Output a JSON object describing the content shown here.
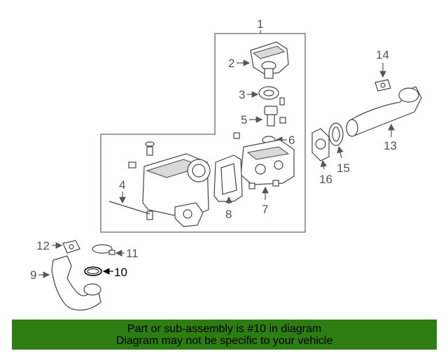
{
  "callouts": {
    "c1": "1",
    "c2": "2",
    "c3": "3",
    "c4": "4",
    "c5": "5",
    "c6": "6",
    "c7": "7",
    "c8": "8",
    "c9": "9",
    "c10": "10",
    "c11": "11",
    "c12": "12",
    "c13": "13",
    "c14": "14",
    "c15": "15",
    "c16": "16"
  },
  "highlighted_part": "10",
  "banner": {
    "line1": "Part or sub-assembly is #10 in diagram",
    "line2": "Diagram may not be specific to your vehicle",
    "color": "#2e7d12"
  }
}
